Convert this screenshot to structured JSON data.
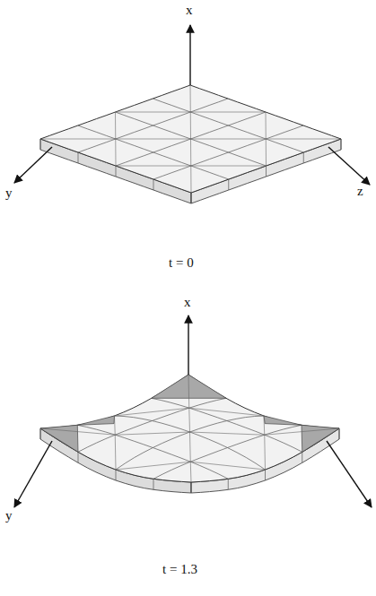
{
  "diagram": {
    "labels": [
      "x",
      "y",
      "z",
      "t = 0",
      "x",
      "y",
      "t = 1.3"
    ]
  }
}
